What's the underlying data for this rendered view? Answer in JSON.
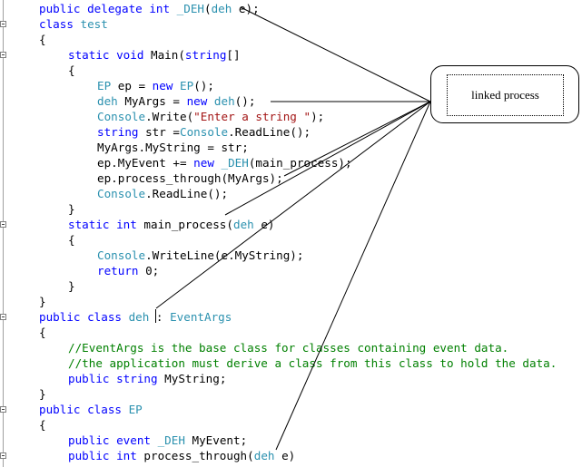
{
  "code_lines": [
    {
      "indent": 0,
      "tokens": [
        {
          "t": "public delegate int ",
          "c": "kw"
        },
        {
          "t": "_DEH",
          "c": "ty"
        },
        {
          "t": "(",
          "c": "pl"
        },
        {
          "t": "deh",
          "c": "ty"
        },
        {
          "t": " e);",
          "c": "pl"
        }
      ]
    },
    {
      "indent": 0,
      "tokens": [
        {
          "t": "class ",
          "c": "kw"
        },
        {
          "t": "test",
          "c": "ty"
        }
      ]
    },
    {
      "indent": 0,
      "tokens": [
        {
          "t": "{",
          "c": "pl"
        }
      ]
    },
    {
      "indent": 1,
      "tokens": [
        {
          "t": "static void ",
          "c": "kw"
        },
        {
          "t": "Main(",
          "c": "pl"
        },
        {
          "t": "string",
          "c": "kw"
        },
        {
          "t": "[]",
          "c": "pl"
        }
      ]
    },
    {
      "indent": 1,
      "tokens": [
        {
          "t": "{",
          "c": "pl"
        }
      ]
    },
    {
      "indent": 2,
      "tokens": [
        {
          "t": "EP",
          "c": "ty"
        },
        {
          "t": " ep = ",
          "c": "pl"
        },
        {
          "t": "new ",
          "c": "kw"
        },
        {
          "t": "EP",
          "c": "ty"
        },
        {
          "t": "();",
          "c": "pl"
        }
      ]
    },
    {
      "indent": 2,
      "tokens": [
        {
          "t": "deh",
          "c": "ty"
        },
        {
          "t": " MyArgs = ",
          "c": "pl"
        },
        {
          "t": "new ",
          "c": "kw"
        },
        {
          "t": "deh",
          "c": "ty"
        },
        {
          "t": "();",
          "c": "pl"
        }
      ]
    },
    {
      "indent": 2,
      "tokens": [
        {
          "t": "Console",
          "c": "ty"
        },
        {
          "t": ".Write(",
          "c": "pl"
        },
        {
          "t": "\"Enter a string \"",
          "c": "st"
        },
        {
          "t": ");",
          "c": "pl"
        }
      ]
    },
    {
      "indent": 2,
      "tokens": [
        {
          "t": "string",
          "c": "kw"
        },
        {
          "t": " str =",
          "c": "pl"
        },
        {
          "t": "Console",
          "c": "ty"
        },
        {
          "t": ".ReadLine();",
          "c": "pl"
        }
      ]
    },
    {
      "indent": 2,
      "tokens": [
        {
          "t": "MyArgs.MyString = str;",
          "c": "pl"
        }
      ]
    },
    {
      "indent": 2,
      "tokens": [
        {
          "t": "ep.MyEvent += ",
          "c": "pl"
        },
        {
          "t": "new ",
          "c": "kw"
        },
        {
          "t": "_DEH",
          "c": "ty"
        },
        {
          "t": "(main_process);",
          "c": "pl"
        }
      ]
    },
    {
      "indent": 2,
      "tokens": [
        {
          "t": "ep.process_through(MyArgs);",
          "c": "pl"
        }
      ]
    },
    {
      "indent": 2,
      "tokens": [
        {
          "t": "Console",
          "c": "ty"
        },
        {
          "t": ".ReadLine();",
          "c": "pl"
        }
      ]
    },
    {
      "indent": 1,
      "tokens": [
        {
          "t": "}",
          "c": "pl"
        }
      ]
    },
    {
      "indent": 1,
      "tokens": [
        {
          "t": "static int ",
          "c": "kw"
        },
        {
          "t": "main_process(",
          "c": "pl"
        },
        {
          "t": "deh",
          "c": "ty"
        },
        {
          "t": " e)",
          "c": "pl"
        }
      ]
    },
    {
      "indent": 1,
      "tokens": [
        {
          "t": "{",
          "c": "pl"
        }
      ]
    },
    {
      "indent": 2,
      "tokens": [
        {
          "t": "Console",
          "c": "ty"
        },
        {
          "t": ".WriteLine(e.MyString);",
          "c": "pl"
        }
      ]
    },
    {
      "indent": 2,
      "tokens": [
        {
          "t": "return ",
          "c": "kw"
        },
        {
          "t": "0;",
          "c": "pl"
        }
      ]
    },
    {
      "indent": 1,
      "tokens": [
        {
          "t": "}",
          "c": "pl"
        }
      ]
    },
    {
      "indent": 0,
      "tokens": [
        {
          "t": "}",
          "c": "pl"
        }
      ]
    },
    {
      "indent": 0,
      "tokens": [
        {
          "t": "public class ",
          "c": "kw"
        },
        {
          "t": "deh",
          "c": "ty"
        },
        {
          "t": " : ",
          "c": "pl"
        },
        {
          "t": "EventArgs",
          "c": "ty"
        }
      ]
    },
    {
      "indent": 0,
      "tokens": [
        {
          "t": "{",
          "c": "pl"
        }
      ]
    },
    {
      "indent": 1,
      "tokens": [
        {
          "t": "//EventArgs is the base class for classes containing event data.",
          "c": "cm"
        }
      ]
    },
    {
      "indent": 1,
      "tokens": [
        {
          "t": "//the application must derive a class from this class to hold the data.",
          "c": "cm"
        }
      ]
    },
    {
      "indent": 1,
      "tokens": [
        {
          "t": "public string ",
          "c": "kw"
        },
        {
          "t": "MyString;",
          "c": "pl"
        }
      ]
    },
    {
      "indent": 0,
      "tokens": [
        {
          "t": "}",
          "c": "pl"
        }
      ]
    },
    {
      "indent": 0,
      "tokens": [
        {
          "t": "public class ",
          "c": "kw"
        },
        {
          "t": "EP",
          "c": "ty"
        }
      ]
    },
    {
      "indent": 0,
      "tokens": [
        {
          "t": "{",
          "c": "pl"
        }
      ]
    },
    {
      "indent": 1,
      "tokens": [
        {
          "t": "public event ",
          "c": "kw"
        },
        {
          "t": "_DEH",
          "c": "ty"
        },
        {
          "t": " MyEvent;",
          "c": "pl"
        }
      ]
    },
    {
      "indent": 1,
      "tokens": [
        {
          "t": "public int ",
          "c": "kw"
        },
        {
          "t": "process_through(",
          "c": "pl"
        },
        {
          "t": "deh",
          "c": "ty"
        },
        {
          "t": " e)",
          "c": "pl"
        }
      ]
    }
  ],
  "callout": {
    "label": "linked process"
  },
  "colors": {
    "keyword": "#0000ff",
    "type": "#2b91af",
    "string": "#a31515",
    "comment": "#008000",
    "plain": "#000000"
  }
}
